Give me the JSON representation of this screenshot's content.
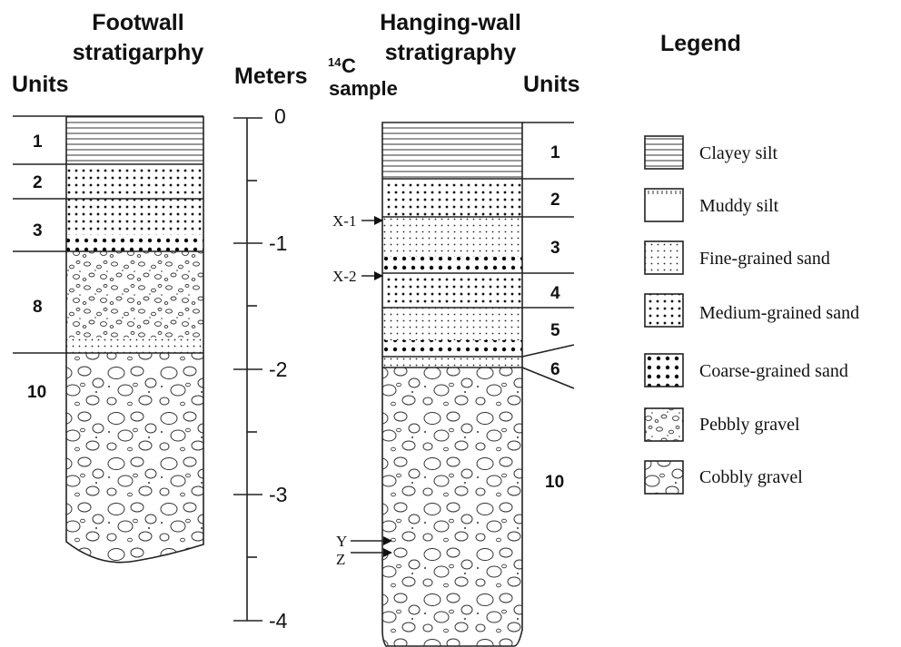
{
  "titles": {
    "footwall_1": "Footwall",
    "footwall_2": "stratigarphy",
    "hanging_1": "Hanging-wall",
    "hanging_2": "stratigraphy",
    "units_left": "Units",
    "units_right": "Units",
    "meters": "Meters",
    "c14_sup": "14",
    "c14_c": "C",
    "sample": "sample",
    "legend": "Legend"
  },
  "scale_ticks": [
    "0",
    "-1",
    "-2",
    "-3",
    "-4"
  ],
  "footwall_units": [
    "1",
    "2",
    "3",
    "8",
    "10"
  ],
  "hanging_units": [
    "1",
    "2",
    "3",
    "4",
    "5",
    "6",
    "10"
  ],
  "samples": [
    "X-1",
    "X-2",
    "Y",
    "Z"
  ],
  "legend_items": [
    {
      "label": "Clayey silt",
      "pattern": "clayey-silt"
    },
    {
      "label": "Muddy silt",
      "pattern": "muddy-silt"
    },
    {
      "label": "Fine-grained sand",
      "pattern": "fine-sand"
    },
    {
      "label": "Medium-grained sand",
      "pattern": "medium-sand"
    },
    {
      "label": "Coarse-grained sand",
      "pattern": "coarse-sand"
    },
    {
      "label": "Pebbly gravel",
      "pattern": "pebbly-gravel"
    },
    {
      "label": "Cobbly gravel",
      "pattern": "cobbly-gravel"
    }
  ]
}
